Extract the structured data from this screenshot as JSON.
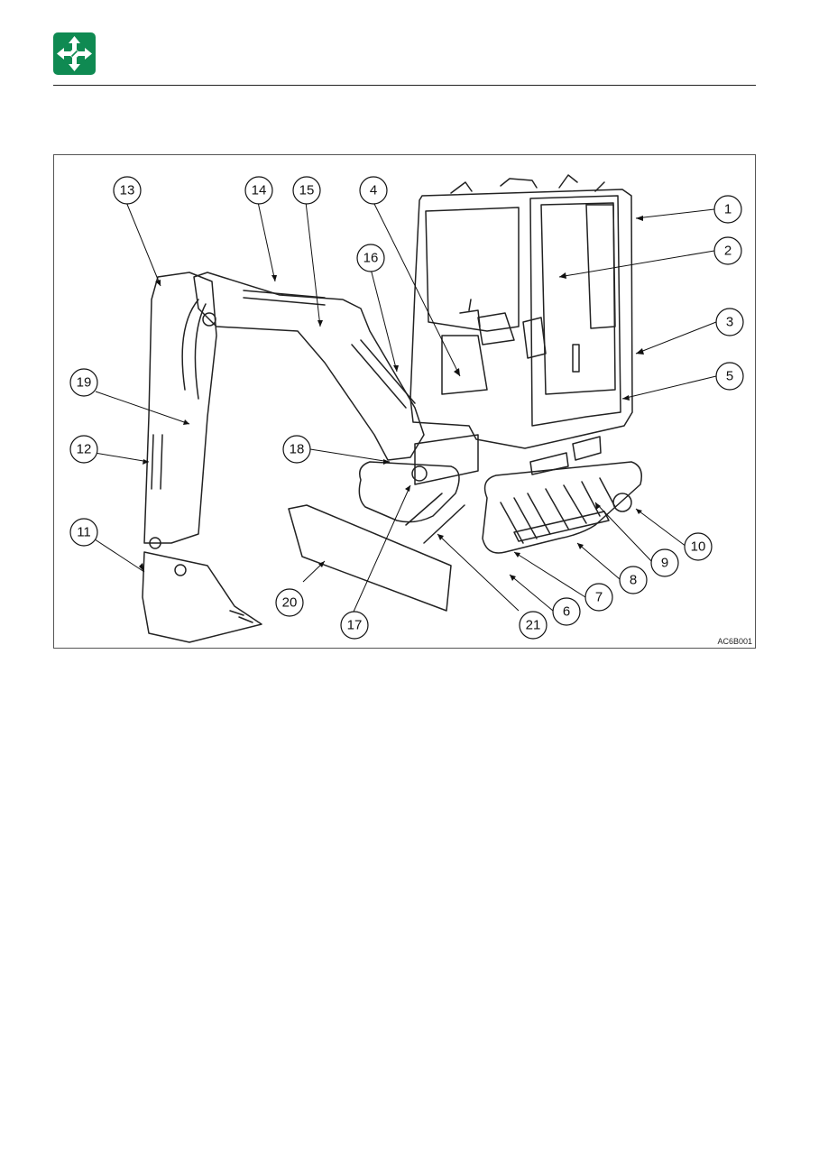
{
  "header": {
    "icon": "four-way-arrows-icon",
    "icon_color": "#0f8a52"
  },
  "figure": {
    "drawing": "mini-excavator-illustration",
    "reference_code": "AC6B001",
    "callouts": [
      "1",
      "2",
      "3",
      "4",
      "5",
      "6",
      "7",
      "8",
      "9",
      "10",
      "11",
      "12",
      "13",
      "14",
      "15",
      "16",
      "17",
      "18",
      "19",
      "20",
      "21"
    ]
  }
}
